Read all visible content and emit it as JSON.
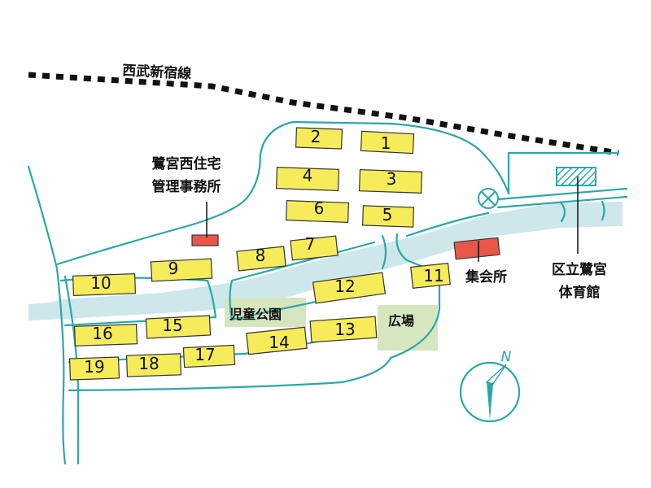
{
  "map": {
    "railway": {
      "label": "西武新宿線"
    },
    "management_office": {
      "line1": "鷺宮西住宅",
      "line2": "管理事務所"
    },
    "gymnasium": {
      "line1": "区立鷺宮",
      "line2": "体育館"
    },
    "meeting_hall": {
      "label": "集会所"
    },
    "playground": {
      "label": "児童公園"
    },
    "plaza": {
      "label": "広場"
    },
    "compass": {
      "label": "N"
    },
    "buildings": [
      {
        "label": "1"
      },
      {
        "label": "2"
      },
      {
        "label": "3"
      },
      {
        "label": "4"
      },
      {
        "label": "5"
      },
      {
        "label": "6"
      },
      {
        "label": "7"
      },
      {
        "label": "8"
      },
      {
        "label": "9"
      },
      {
        "label": "10"
      },
      {
        "label": "11"
      },
      {
        "label": "12"
      },
      {
        "label": "13"
      },
      {
        "label": "14"
      },
      {
        "label": "15"
      },
      {
        "label": "16"
      },
      {
        "label": "17"
      },
      {
        "label": "18"
      },
      {
        "label": "19"
      }
    ],
    "colors": {
      "road": "#2aa8a8",
      "water": "#cde7ea",
      "building": "#f6ec5a",
      "facility": "#e8574a",
      "park": "#d6e6bf"
    }
  }
}
